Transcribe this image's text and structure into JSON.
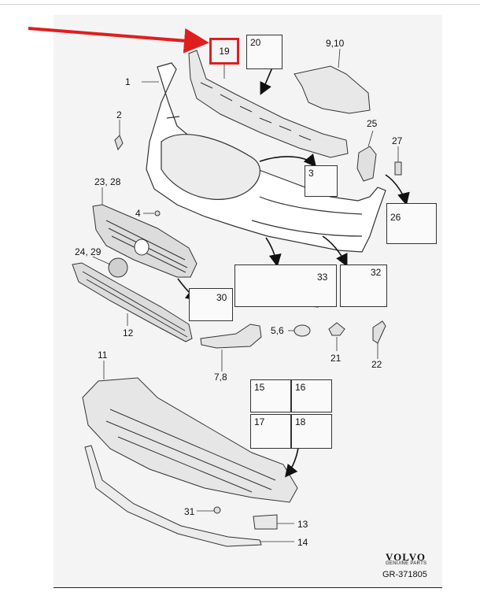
{
  "labels": {
    "l1": "1",
    "l2": "2",
    "l3": "3",
    "l4": "4",
    "l56": "5,6",
    "l78": "7,8",
    "l910": "9,10",
    "l11": "11",
    "l12": "12",
    "l13": "13",
    "l14": "14",
    "l15": "15",
    "l16": "16",
    "l17": "17",
    "l18": "18",
    "l19": "19",
    "l20": "20",
    "l21": "21",
    "l22": "22",
    "l2328": "23, 28",
    "l2429": "24, 29",
    "l25": "25",
    "l26": "26",
    "l27": "27",
    "l30": "30",
    "l31": "31",
    "l32": "32",
    "l33": "33"
  },
  "brand": {
    "logo": "VOLVO",
    "sub": "GENUINE PARTS",
    "reference": "GR-371805"
  },
  "colors": {
    "highlight": "#e01e1e",
    "line": "#333333",
    "background": "#f4f4f4"
  }
}
